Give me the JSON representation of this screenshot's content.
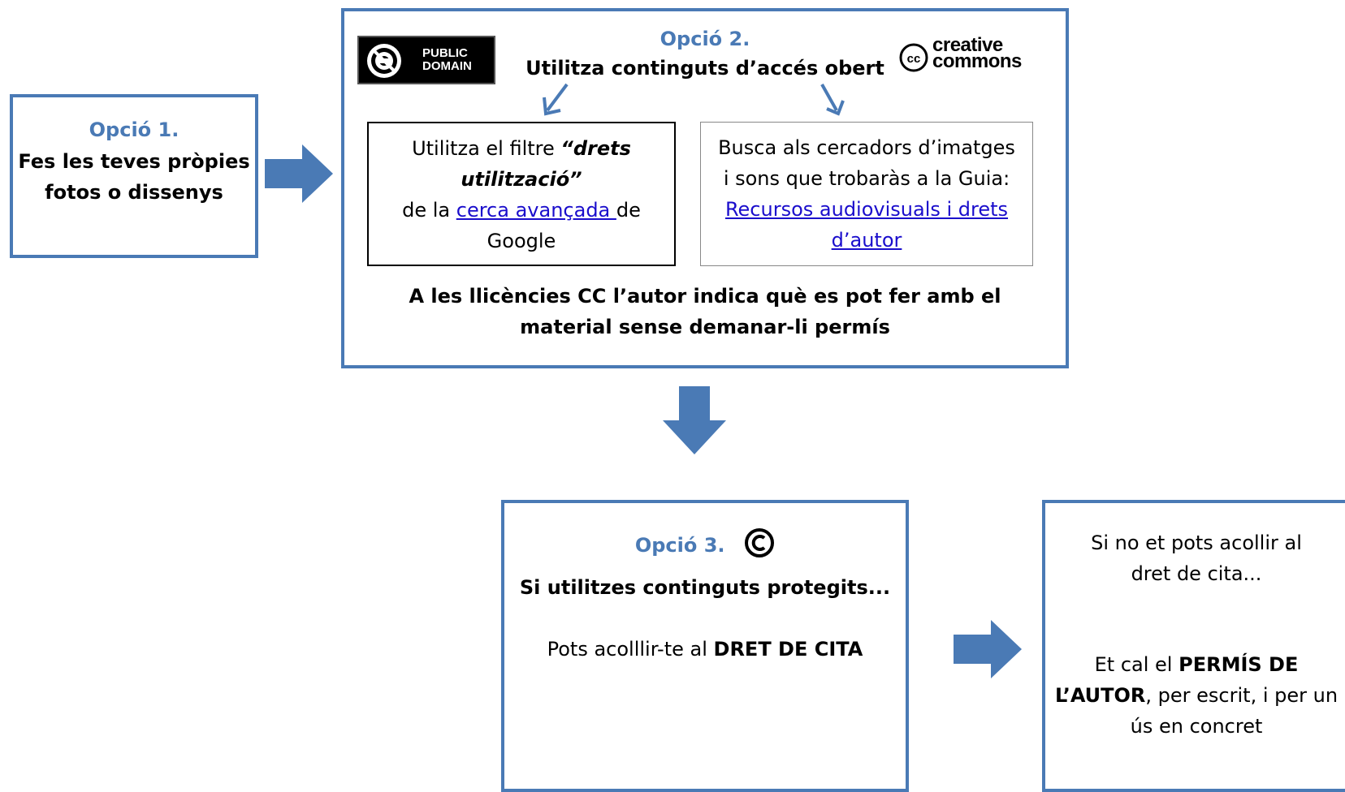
{
  "option1": {
    "title": "Opció 1.",
    "text": "Fes les teves pròpies fotos o dissenys"
  },
  "option2": {
    "title": "Opció 2.",
    "subtitle": "Utilitza continguts d’accés obert",
    "public_domain_logo": {
      "line1": "PUBLIC",
      "line2": "DOMAIN",
      "icon": "public-domain-icon"
    },
    "creative_commons_logo": {
      "line1": "creative",
      "line2": "commons",
      "icon": "cc-icon"
    },
    "filter_box": {
      "prefix": "Utilitza el filtre ",
      "quoted": "“drets utilització”",
      "mid": "de la ",
      "link": "cerca avançada ",
      "suffix": "de Google"
    },
    "search_box": {
      "text": "Busca als cercadors d’imatges i sons que trobaràs a la Guia: ",
      "link": "Recursos audiovisuals i drets d’autor"
    },
    "note": "A les llicències CC l’autor indica què es pot fer  amb el material sense demanar-li permís"
  },
  "option3": {
    "title": "Opció 3.",
    "icon": "copyright-icon",
    "subtitle": "Si utilitzes continguts protegits...",
    "text_prefix": "Pots acolllir-te al ",
    "text_bold": "DRET DE CITA"
  },
  "permission": {
    "line1": "Si no et pots acollir al dret de cita...",
    "prefix": "Et cal el ",
    "bold": "PERMÍS DE L’AUTOR",
    "suffix": ", per escrit, i per un ús en concret"
  },
  "colors": {
    "box_border": "#4a7ab5",
    "arrow": "#4a7ab5",
    "title": "#4a7ab5",
    "link": "#1a0dcc"
  }
}
